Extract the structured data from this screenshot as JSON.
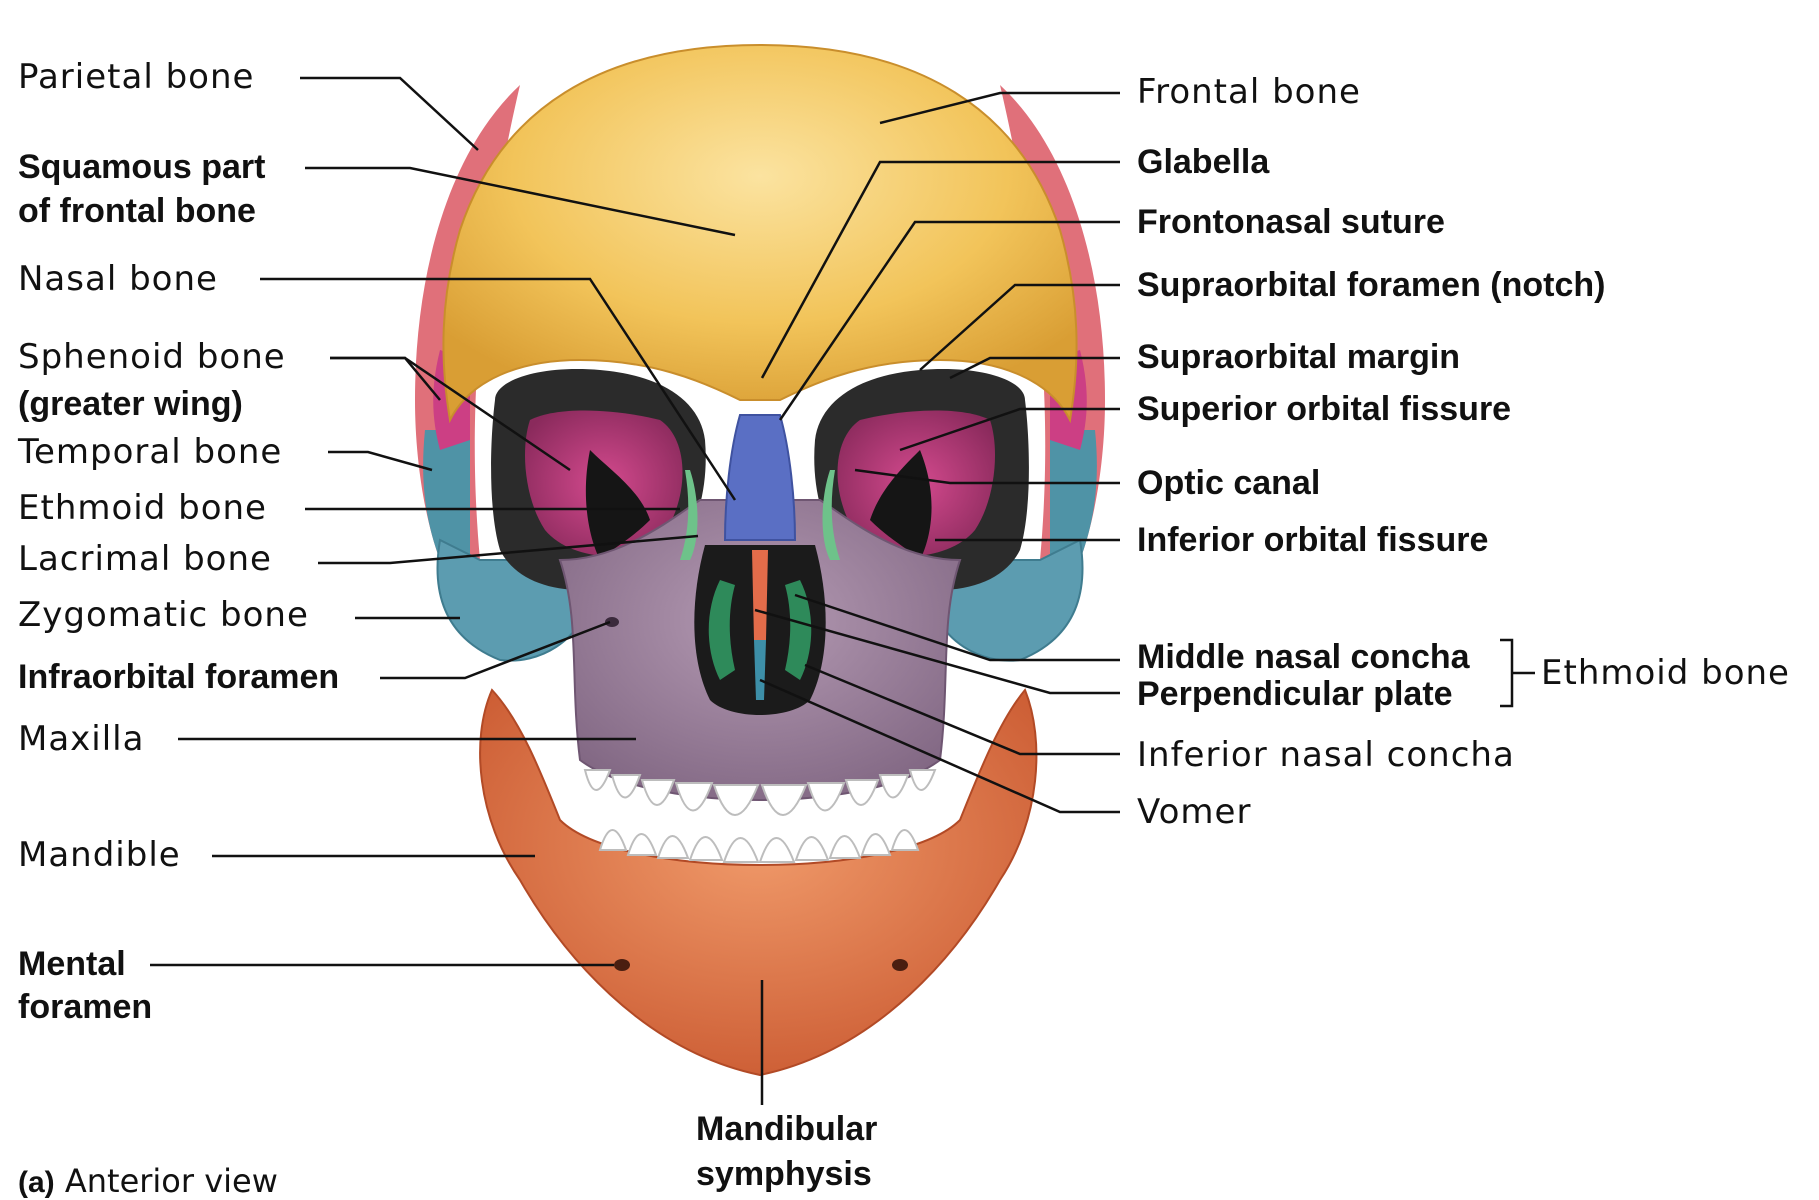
{
  "labels_left": {
    "parietal": "Parietal bone",
    "squamous_1": "Squamous part",
    "squamous_2": "of frontal bone",
    "nasal": "Nasal bone",
    "sphenoid_1": "Sphenoid bone",
    "sphenoid_2": "(greater wing)",
    "temporal": "Temporal bone",
    "ethmoid": "Ethmoid bone",
    "lacrimal": "Lacrimal bone",
    "zygomatic": "Zygomatic bone",
    "infraorbital": "Infraorbital foramen",
    "maxilla": "Maxilla",
    "mandible": "Mandible",
    "mental_1": "Mental",
    "mental_2": "foramen"
  },
  "labels_right": {
    "frontal": "Frontal bone",
    "glabella": "Glabella",
    "frontonasal": "Frontonasal suture",
    "supraorbital_foramen": "Supraorbital foramen (notch)",
    "supraorbital_margin": "Supraorbital margin",
    "superior_orbital_fissure": "Superior orbital fissure",
    "optic_canal": "Optic canal",
    "inferior_orbital_fissure": "Inferior orbital fissure",
    "middle_nasal_concha": "Middle nasal concha",
    "perpendicular_plate": "Perpendicular plate",
    "ethmoid_group": "Ethmoid bone",
    "inferior_nasal_concha": "Inferior nasal concha",
    "vomer": "Vomer"
  },
  "labels_bottom": {
    "symphysis_1": "Mandibular",
    "symphysis_2": "symphysis"
  },
  "caption": {
    "tag": "(a)",
    "text": "Anterior view"
  },
  "colors": {
    "frontal": "#f2c45a",
    "parietal": "#e0707a",
    "sphenoid": "#cc3f84",
    "temporal": "#4f93a6",
    "zygomatic": "#5c9cb0",
    "maxilla": "#9a7f9b",
    "nasal": "#5a6fc4",
    "lacrimal": "#6ec28a",
    "ethmoid": "#e36c4a",
    "vomer": "#3d8fa8",
    "mandible": "#e07a4e",
    "teeth": "#ffffff",
    "cavity": "#1b1b1b"
  }
}
